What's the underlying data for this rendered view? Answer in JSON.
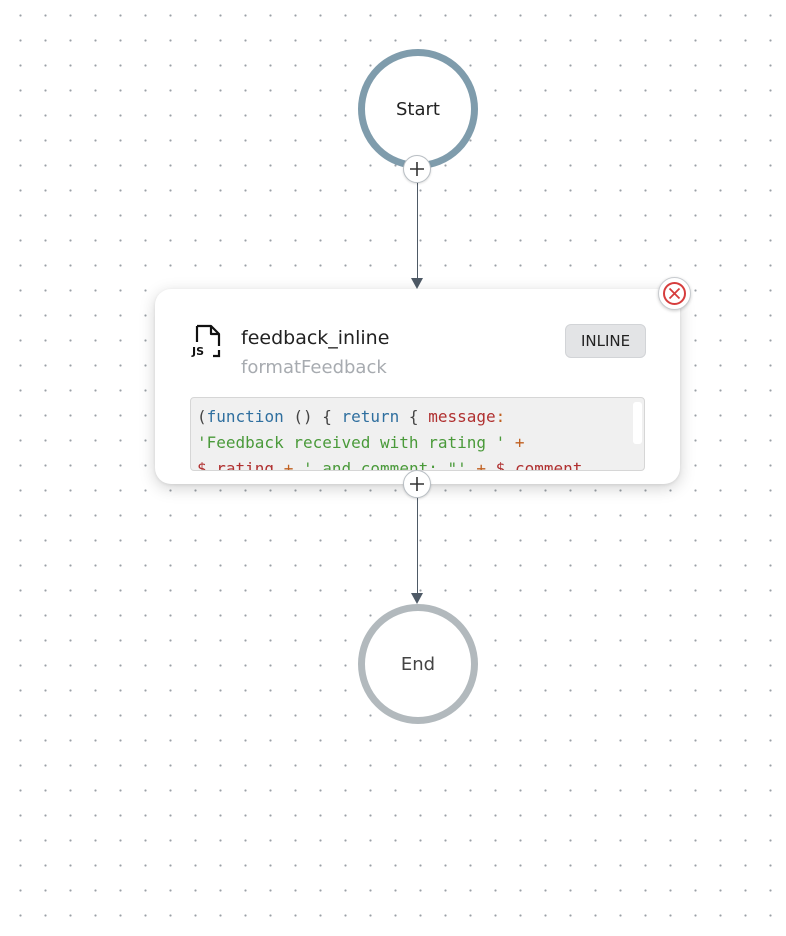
{
  "start_node": {
    "label": "Start"
  },
  "end_node": {
    "label": "End"
  },
  "task": {
    "name": "feedback_inline",
    "reference": "formatFeedback",
    "type_badge": "INLINE",
    "icon": "js-file-icon",
    "code_lines": [
      "(function () { return { message:",
      "'Feedback received with rating ' +",
      "$.rating + ' and comment: \"' + $.comment"
    ]
  },
  "colors": {
    "start_ring": "#7f9cac",
    "end_ring": "#b2b9bd",
    "connector": "#4e5a66",
    "remove_accent": "#d63d3d"
  }
}
